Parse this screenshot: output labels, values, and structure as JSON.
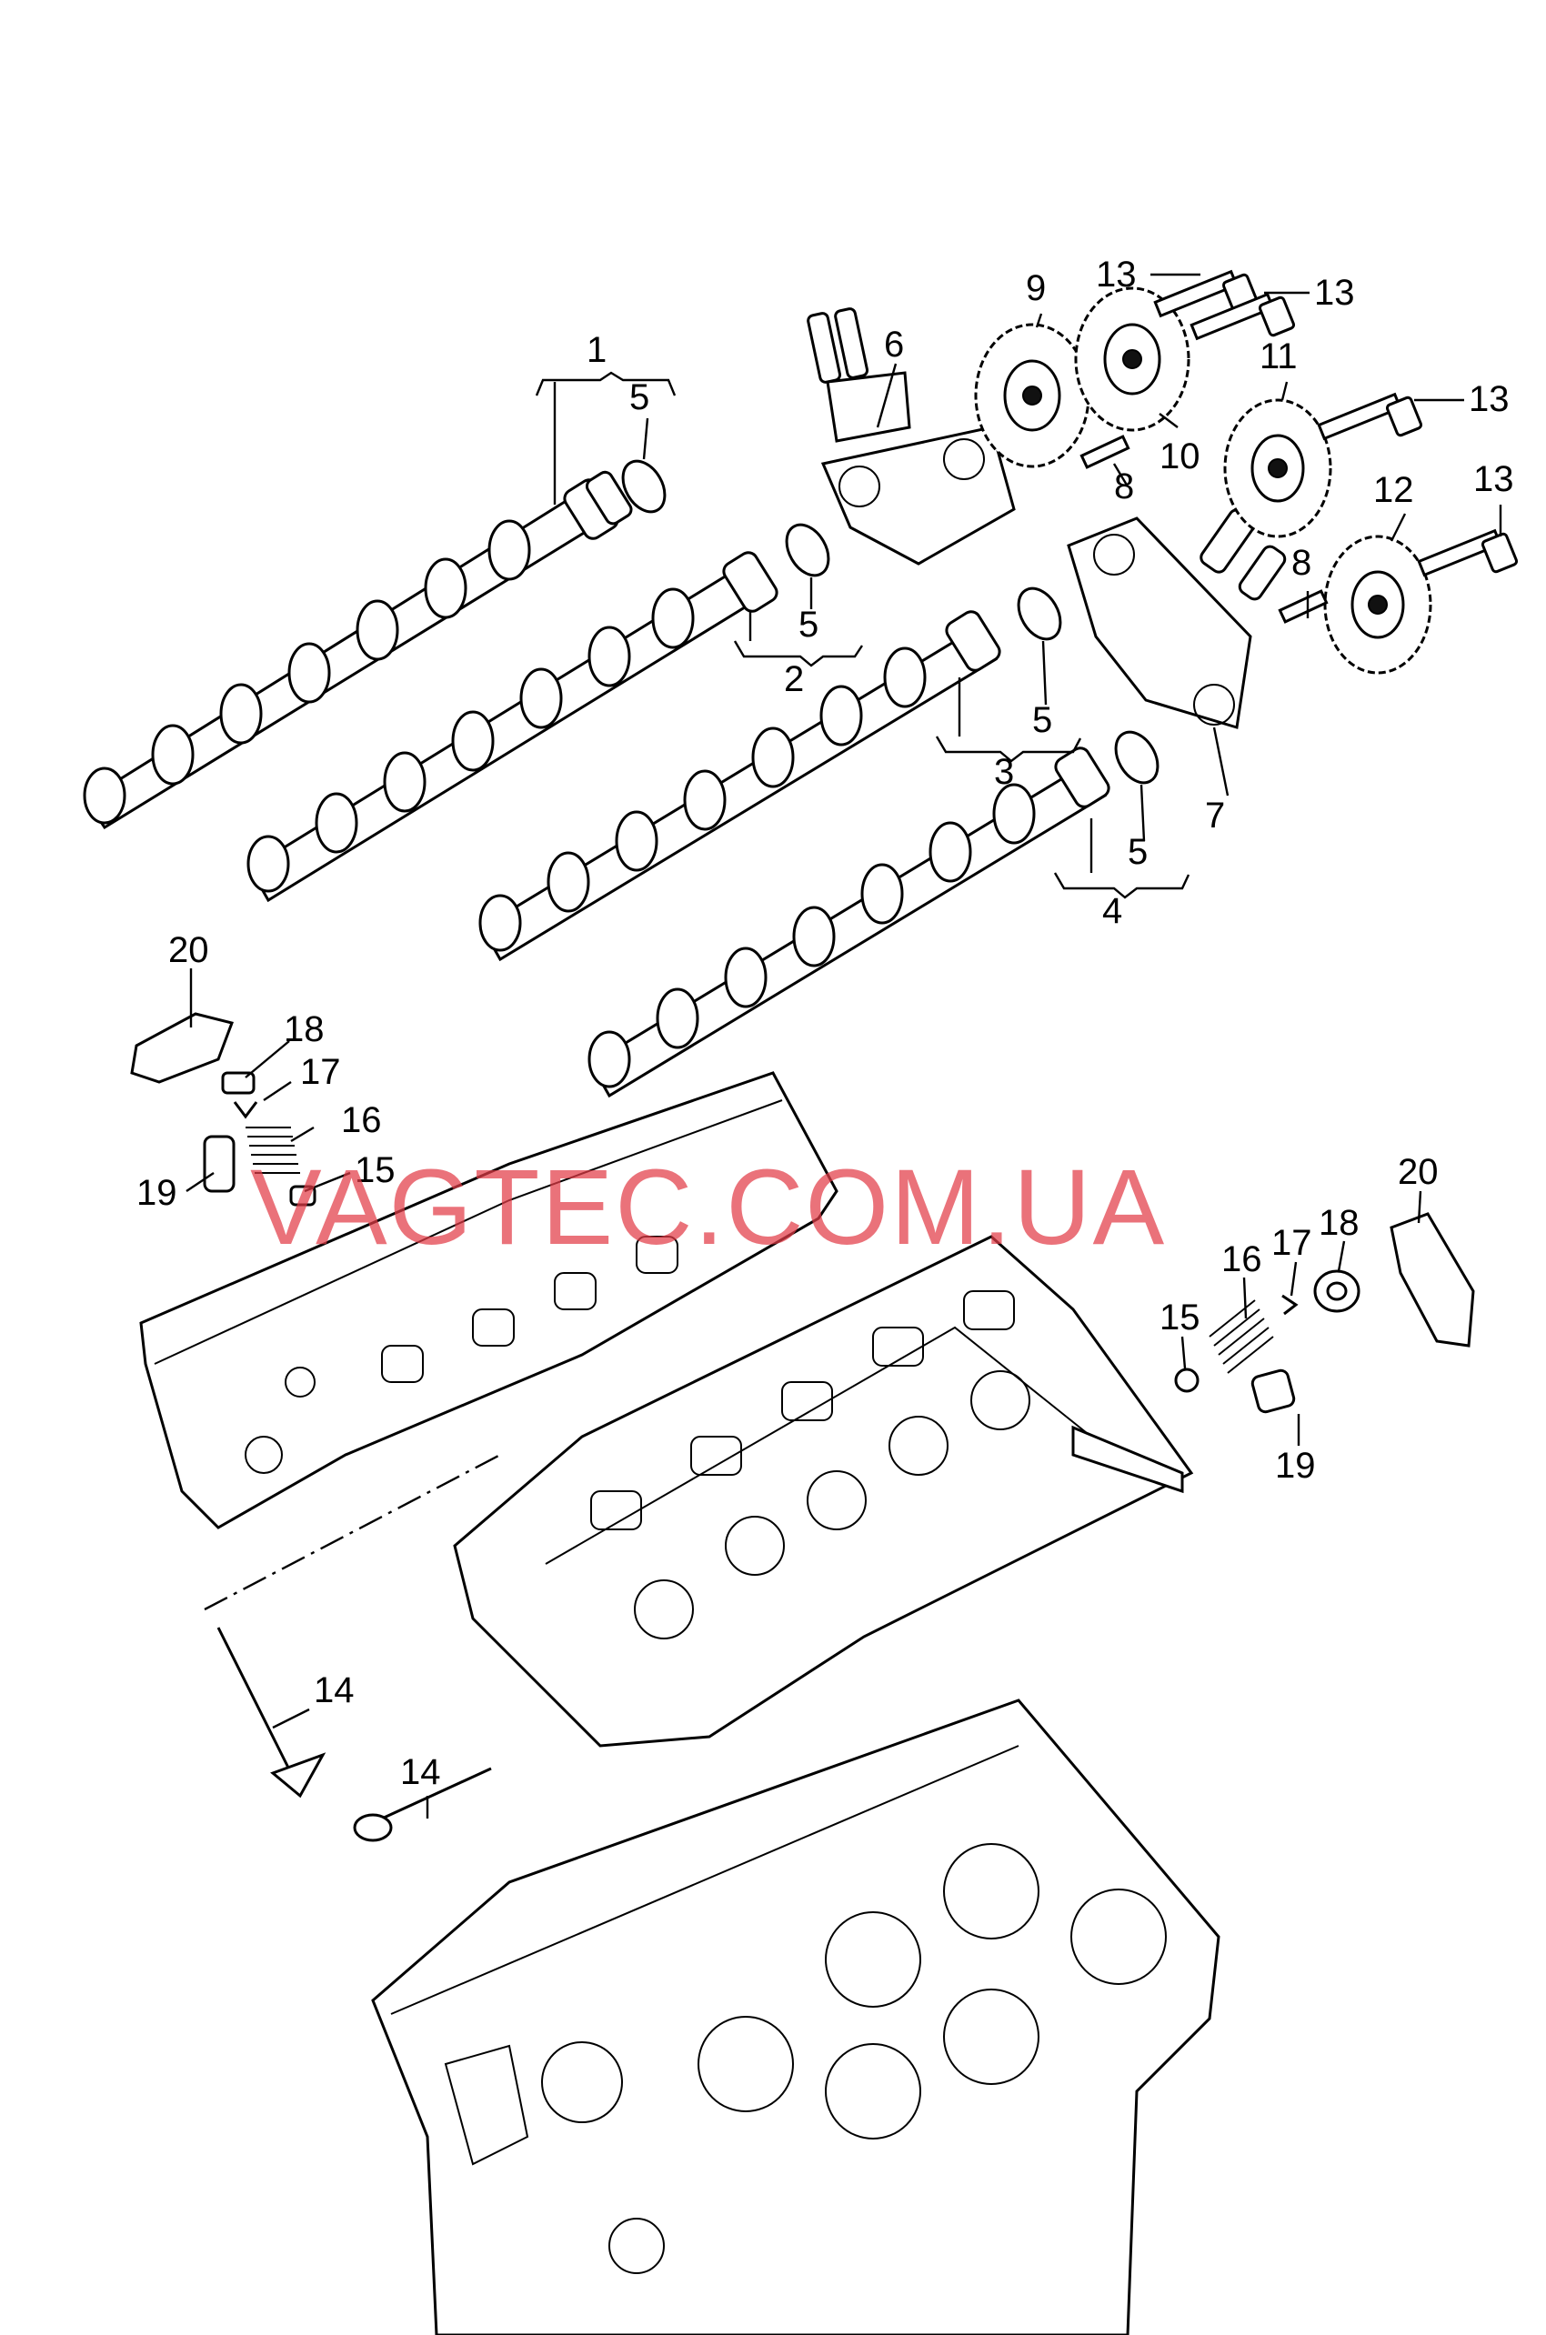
{
  "watermark": "VAGTEC.COM.UA",
  "callouts": {
    "c1": "1",
    "c2": "2",
    "c3": "3",
    "c4": "4",
    "c5a": "5",
    "c5b": "5",
    "c5c": "5",
    "c5d": "5",
    "c6": "6",
    "c7": "7",
    "c8a": "8",
    "c8b": "8",
    "c9": "9",
    "c10": "10",
    "c11": "11",
    "c12": "12",
    "c13a": "13",
    "c13b": "13",
    "c13c": "13",
    "c13d": "13",
    "c14a": "14",
    "c14b": "14",
    "c15a": "15",
    "c15b": "15",
    "c16a": "16",
    "c16b": "16",
    "c17a": "17",
    "c17b": "17",
    "c18a": "18",
    "c18b": "18",
    "c19a": "19",
    "c19b": "19",
    "c20a": "20",
    "c20b": "20"
  },
  "icons": {
    "camshaft": "camshaft-icon",
    "oring": "o-ring-icon",
    "sprocket": "sprocket-icon",
    "bolt": "bolt-icon",
    "valve": "valve-icon",
    "head": "cylinder-head-icon",
    "block": "engine-block-icon"
  }
}
